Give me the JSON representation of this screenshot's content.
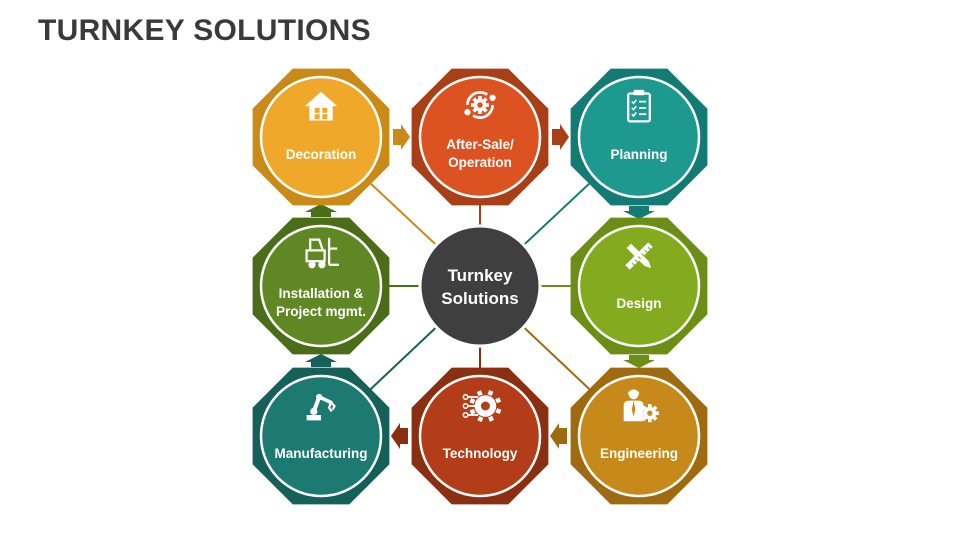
{
  "title": "TURNKEY SOLUTIONS",
  "center": {
    "line1": "Turnkey",
    "line2": "Solutions",
    "color": "#3f3f3f"
  },
  "nodes": [
    {
      "id": "decoration",
      "line1": "Decoration",
      "line2": "",
      "icon": "house-icon",
      "octagon": "#c98a17",
      "circle": "#efa82a"
    },
    {
      "id": "after-sale",
      "line1": "After-Sale/",
      "line2": "Operation",
      "icon": "gears-cycle-icon",
      "octagon": "#a83f16",
      "circle": "#dc5221"
    },
    {
      "id": "planning",
      "line1": "Planning",
      "line2": "",
      "icon": "clipboard-checklist-icon",
      "octagon": "#147a74",
      "circle": "#1e9990"
    },
    {
      "id": "installation",
      "line1": "Installation &",
      "line2": "Project mgmt.",
      "icon": "forklift-icon",
      "octagon": "#4b6d1a",
      "circle": "#5f8825"
    },
    {
      "id": "design",
      "line1": "Design",
      "line2": "",
      "icon": "pencil-ruler-icon",
      "octagon": "#6b8e16",
      "circle": "#84ab1f"
    },
    {
      "id": "manufacturing",
      "line1": "Manufacturing",
      "line2": "",
      "icon": "robot-arm-icon",
      "octagon": "#16605a",
      "circle": "#1d7a72"
    },
    {
      "id": "technology",
      "line1": "Technology",
      "line2": "",
      "icon": "circuit-gear-icon",
      "octagon": "#8a2f12",
      "circle": "#b23d18"
    },
    {
      "id": "engineering",
      "line1": "Engineering",
      "line2": "",
      "icon": "engineer-gear-icon",
      "octagon": "#9e6b10",
      "circle": "#c78a1a"
    }
  ]
}
